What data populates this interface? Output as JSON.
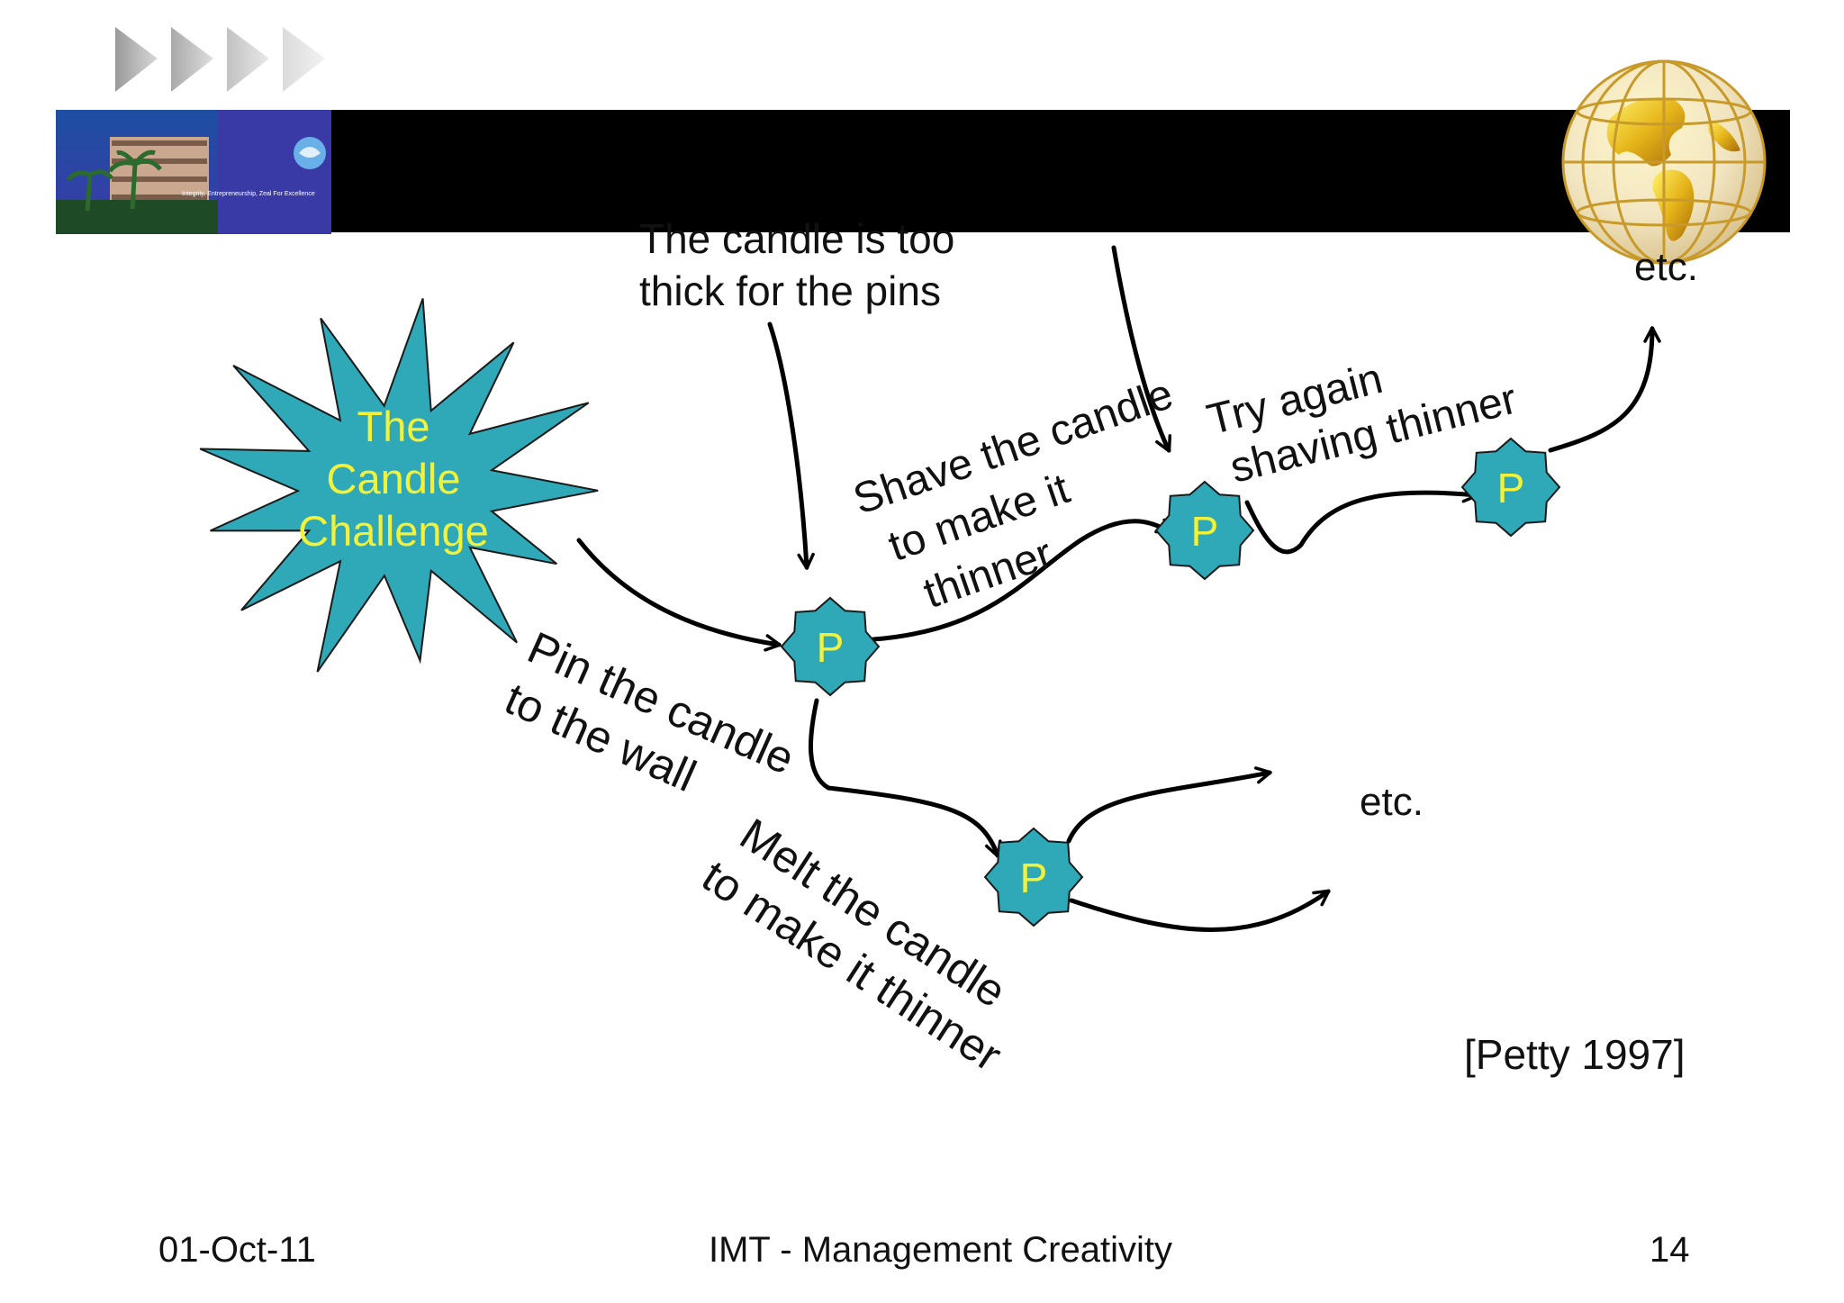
{
  "header": {
    "banner_color": "#000000",
    "logo_caption": "Integrity, Entrepreneurship, Zeal For Excellence"
  },
  "colors": {
    "node_fill": "#2fa8b8",
    "node_text": "#f2f23a",
    "line": "#000000"
  },
  "diagram": {
    "start_label": [
      "The",
      "Candle",
      "Challenge"
    ],
    "node_label": "P",
    "top_label": [
      "The candle is too",
      "thick for the pins"
    ],
    "pin_label": [
      "Pin the candle",
      "to the wall"
    ],
    "shave_label": [
      "Shave the candle",
      "to make it",
      "thinner"
    ],
    "try_label": [
      "Try again",
      "shaving thinner"
    ],
    "melt_label": [
      "Melt the candle",
      "to make it thinner"
    ],
    "etc_top": "etc.",
    "etc_mid": "etc.",
    "citation": "[Petty 1997]"
  },
  "footer": {
    "date": "01-Oct-11",
    "title": "IMT - Management Creativity",
    "page": "14"
  }
}
